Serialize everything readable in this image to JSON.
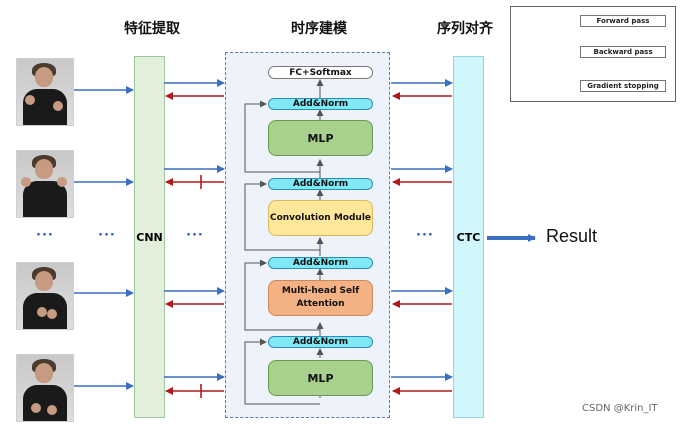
{
  "headers": {
    "feature_extraction": "特征提取",
    "temporal_modeling": "时序建模",
    "sequence_alignment": "序列对齐"
  },
  "cnn_label": "CNN",
  "ctc_label": "CTC",
  "result_label": "Result",
  "ellipsis": "···",
  "blocks": {
    "fc_softmax": "FC+Softmax",
    "add_norm": "Add&Norm",
    "mlp": "MLP",
    "conv_module": "Convolution Module",
    "mhsa_line1": "Multi-head Self",
    "mhsa_line2": "Attention"
  },
  "legend": {
    "forward": "Forward pass",
    "backward": "Backward pass",
    "gradient_stop": "Gradient stopping"
  },
  "watermark": "CSDN @Krin_IT",
  "colors": {
    "forward_arrow": "#3b6fc4",
    "backward_arrow": "#b01c1c",
    "mlp_fill": "#a9d18e",
    "conv_fill": "#ffe699",
    "mhsa_fill": "#f4b183",
    "addnorm_fill": "#7fe9f6",
    "cnn_fill": "#e2efda",
    "ctc_fill": "#cff7fb",
    "transformer_bg": "#eef2fa"
  }
}
